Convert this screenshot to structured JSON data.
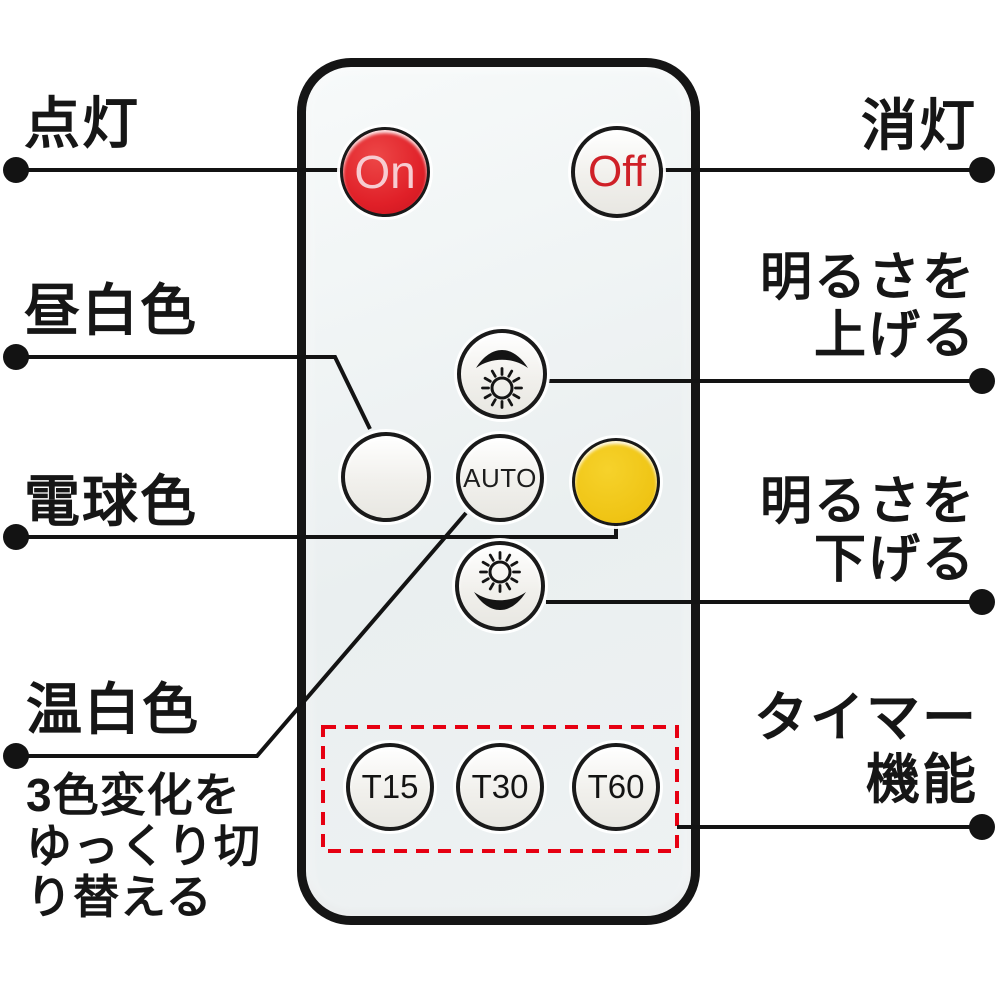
{
  "annotations": {
    "power_on": {
      "label": "点灯"
    },
    "power_off": {
      "label": "消灯"
    },
    "daylight_white": {
      "label": "昼白色"
    },
    "bulb_color": {
      "label": "電球色"
    },
    "warm_white": {
      "label": "温白色"
    },
    "brightness_up": {
      "lines": [
        "明るさを",
        "上げる"
      ]
    },
    "brightness_down": {
      "lines": [
        "明るさを",
        "下げる"
      ]
    },
    "auto_mode": {
      "lines": [
        "3色変化を",
        "ゆっくり切",
        "り替える"
      ]
    },
    "timer": {
      "lines": [
        "タイマー",
        "機能"
      ]
    }
  },
  "remote": {
    "buttons": {
      "power_on": "On",
      "power_off": "Off",
      "auto": "AUTO",
      "timer_15": "T15",
      "timer_30": "T30",
      "timer_60": "T60"
    },
    "icons": [
      "brightness-up-arrow-icon",
      "sun-icon",
      "brightness-down-arrow-icon"
    ]
  },
  "colors": {
    "on_button_red": "#e02028",
    "off_text_red": "#cf2027",
    "bulb_button_yellow": "#efc414",
    "timer_outline_red": "#e60012",
    "leader_line_black": "#131313",
    "remote_face": "#eef2f3"
  }
}
